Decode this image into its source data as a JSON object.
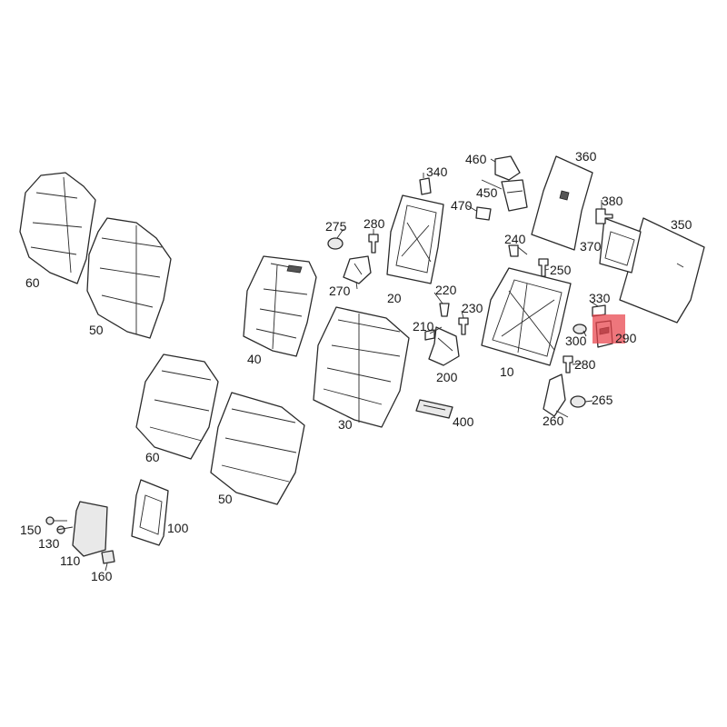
{
  "diagram": {
    "highlight_color": "#e8414a",
    "highlighted_part": "290",
    "labels": {
      "p10": "10",
      "p20": "20",
      "p30": "30",
      "p40": "40",
      "p50a": "50",
      "p50b": "50",
      "p60a": "60",
      "p60b": "60",
      "p100": "100",
      "p110": "110",
      "p130": "130",
      "p150": "150",
      "p160": "160",
      "p200": "200",
      "p210": "210",
      "p220": "220",
      "p230": "230",
      "p240": "240",
      "p250": "250",
      "p260": "260",
      "p265": "265",
      "p270": "270",
      "p275": "275",
      "p280a": "280",
      "p280b": "280",
      "p290": "290",
      "p300": "300",
      "p330": "330",
      "p340": "340",
      "p350": "350",
      "p360": "360",
      "p370": "370",
      "p380": "380",
      "p400": "400",
      "p450": "450",
      "p460": "460",
      "p470": "470"
    }
  }
}
